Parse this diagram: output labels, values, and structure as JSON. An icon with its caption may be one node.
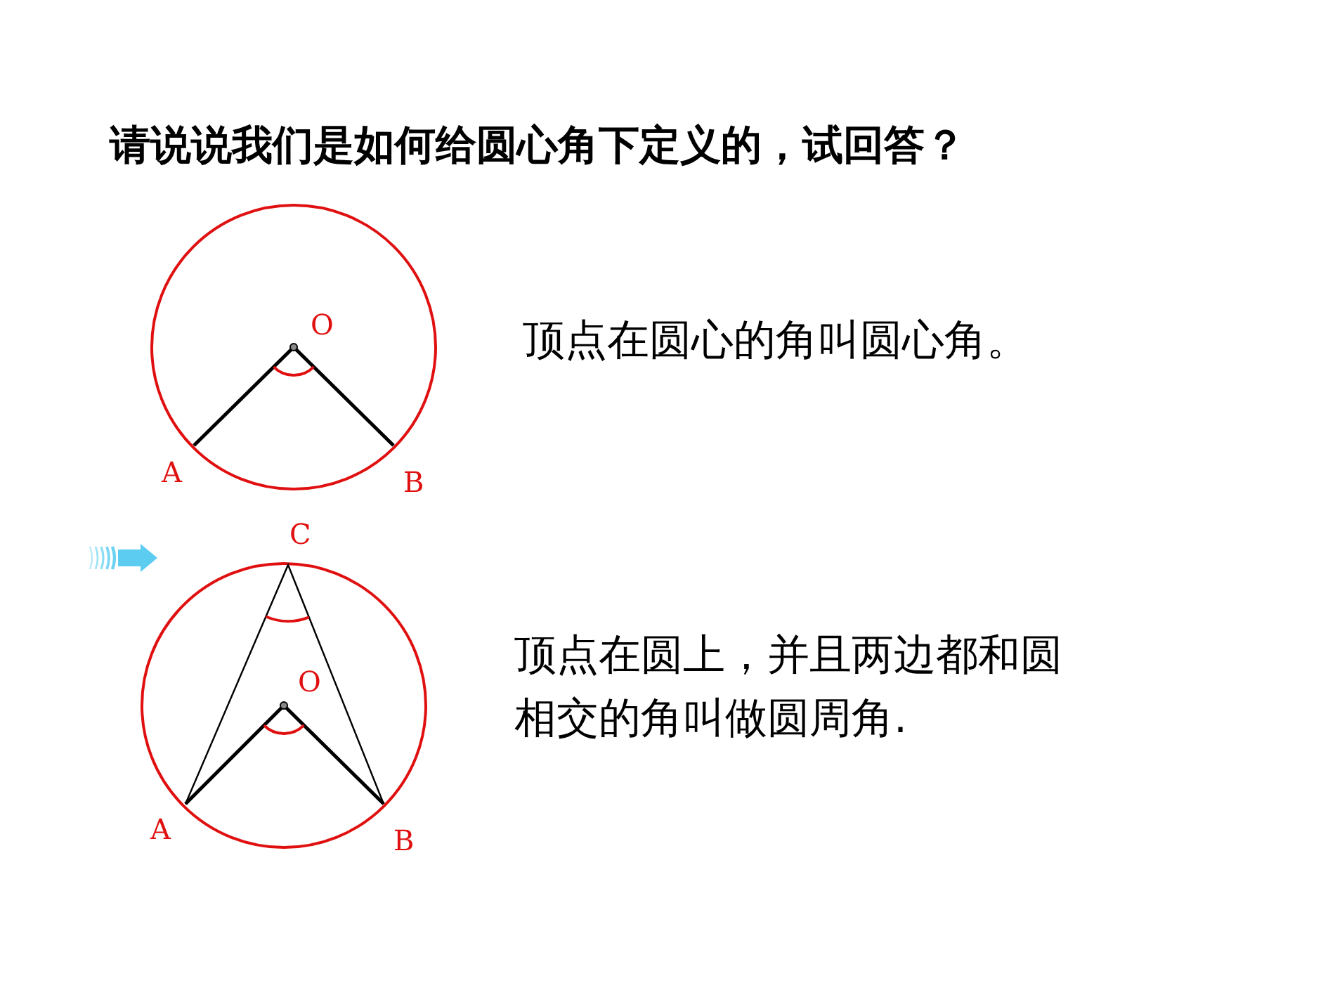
{
  "diagram": {
    "title": "请说说我们是如何给圆心角下定义的，试回答？",
    "labels": [
      "O",
      "A",
      "B",
      "顶点在圆心的角叫圆心角。",
      "C",
      "O",
      "顶点在圆上，并且两边都和圆相交的角叫做圆周角.",
      "A",
      "B"
    ]
  }
}
